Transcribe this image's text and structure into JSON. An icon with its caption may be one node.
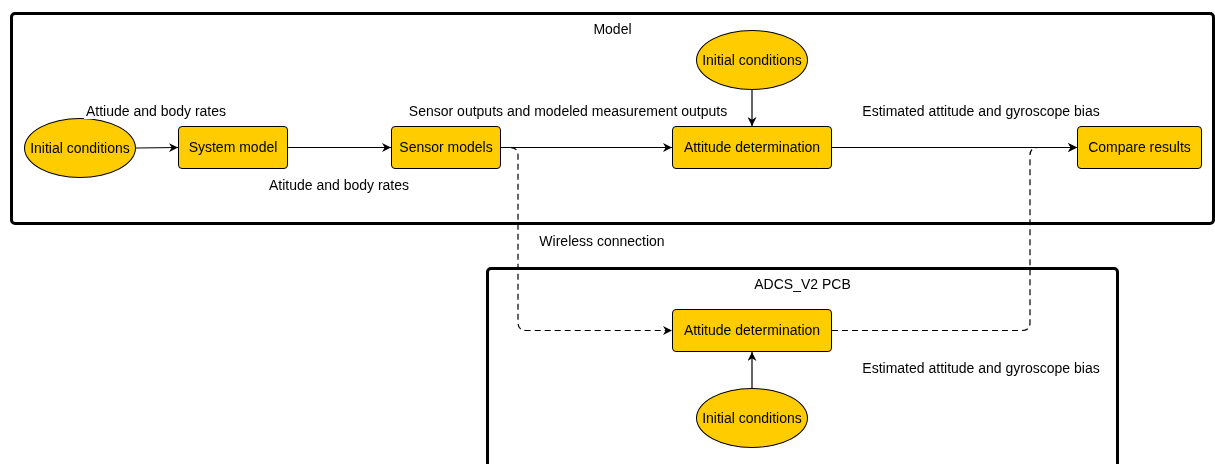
{
  "diagram": {
    "nodes": [
      {
        "text": [
          "Model"
        ]
      },
      {
        "text": [
          "Initial conditions"
        ],
        "in": 0
      },
      {
        "text": [
          "System model"
        ],
        "in": 0
      },
      {
        "text": [
          "Sensor models"
        ],
        "in": 0
      },
      {
        "text": [
          "Initial conditions"
        ],
        "in": 0
      },
      {
        "text": [
          "Attitude determination"
        ],
        "in": 0
      },
      {
        "text": [
          "Compare results"
        ],
        "in": 0
      },
      {
        "text": [
          "ADCS_V2 PCB"
        ]
      },
      {
        "text": [
          "Attitude determination"
        ],
        "in": 7
      },
      {
        "text": [
          "Initial conditions"
        ],
        "in": 7
      }
    ],
    "edges": [
      {
        "from": 1,
        "to": 2,
        "arrow": "to",
        "label": "Attiude and body rates"
      },
      {
        "from": 2,
        "to": 3,
        "arrow": "to",
        "label": "Atitude and body rates"
      },
      {
        "from": 3,
        "to": 5,
        "arrow": "to",
        "label": "Sensor outputs and modeled measurement outputs"
      },
      {
        "from": 4,
        "to": 5,
        "arrow": "to"
      },
      {
        "from": 5,
        "to": 6,
        "arrow": "to",
        "label": "Estimated attitude and gyroscope bias"
      },
      {
        "from": 3,
        "to": 8,
        "arrow": "to",
        "style": "dashed",
        "label": "Wireless connection"
      },
      {
        "from": 8,
        "to": 6,
        "arrow": "to",
        "style": "dashed",
        "label": "Estimated attitude and gyroscope bias"
      },
      {
        "from": 9,
        "to": 8,
        "arrow": "to"
      }
    ]
  }
}
